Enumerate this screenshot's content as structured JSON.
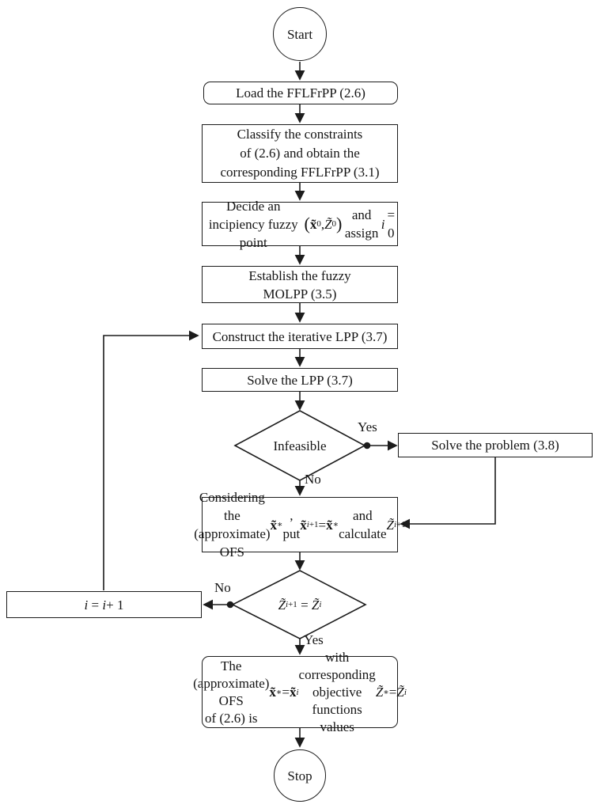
{
  "diagram": {
    "nodes": {
      "start": "Start",
      "load": "Load the FFLFrPP (2.6)",
      "classify": "Classify the constraints<br>of (2.6) and obtain the<br>corresponding FFLFrPP (3.1)",
      "decide": "Decide an incipiency fuzzy<br>point <span class=\"bp\">(</span><b>x̃</b><sup>0</sup>, <i>Z̃</i><sup>0</sup><span class=\"bp\">)</span> and assign <i>i</i> = 0",
      "establish": "Establish the fuzzy<br>MOLPP (3.5)",
      "construct": "Construct the iterative LPP (3.7)",
      "solve_lpp": "Solve the LPP (3.7)",
      "infeasible": "Infeasible",
      "solve_problem": "Solve the problem (3.8)",
      "considering": "Considering the (approximate)<br>OFS <b>x̃</b><sup>∗</sup>, put <b>x̃</b><sup><i>i</i>+1</sup> = <b>x̃</b><sup>∗</sup> and<br>calculate <i>Z̃</i><sup><i>i</i>+1</sup>",
      "z_check": "<i>Z̃</i><sup><i>i</i>+1</sup> &nbsp;=&nbsp; <i>Z̃</i><sup><i>i</i></sup>",
      "increment": "<i>i</i> &nbsp;=&nbsp; <i>i</i> + 1",
      "result": "The (approximate) OFS<br>of (2.6) is <b>x̃</b><sup>∗</sup> = <b>x̃</b><sup><i>i</i></sup> with<br>corresponding objective<br>functions values <i>Z̃</i><sup>∗</sup> = <i>Z̃</i><sup><i>i</i></sup>",
      "stop": "Stop"
    },
    "edge_labels": {
      "infeasible_yes": "Yes",
      "infeasible_no": "No",
      "z_no": "No",
      "z_yes": "Yes"
    },
    "colors": {
      "line": "#1c1c1c",
      "text": "#141414",
      "background": "#ffffff"
    }
  }
}
